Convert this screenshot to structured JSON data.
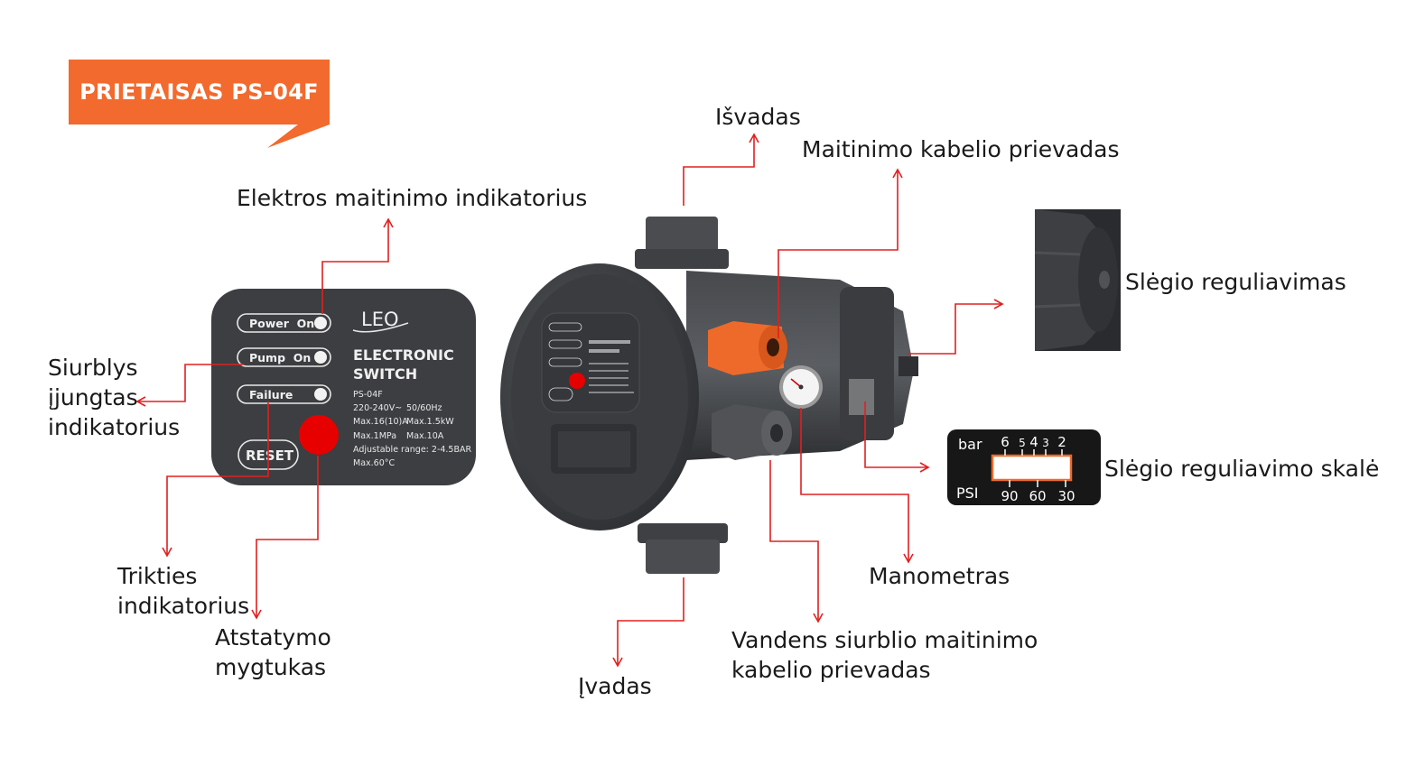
{
  "badge": {
    "text": "PRIETAISAS PS-04F",
    "color": "#f26a2e"
  },
  "colors": {
    "arrow": "#e02020",
    "panel": "#3c3e41",
    "device": "#3a3c3f",
    "accent_orange": "#ee6a2a",
    "reset_red": "#e60000"
  },
  "labels": {
    "power_indicator": "Elektros maitinimo indikatorius",
    "pump_on_indicator": [
      "Siurblys",
      "įjungtas",
      "indikatorius"
    ],
    "failure_indicator": [
      "Trikties",
      "indikatorius"
    ],
    "reset_button": [
      "Atstatymo",
      "mygtukas"
    ],
    "outlet": "Išvadas",
    "power_cable_port": "Maitinimo kabelio prievadas",
    "pressure_adjust": "Slėgio reguliavimas",
    "pressure_scale": "Slėgio reguliavimo skalė",
    "manometer": "Manometras",
    "pump_cable_port": [
      "Vandens siurblio maitinimo",
      "kabelio prievadas"
    ],
    "inlet": "Įvadas"
  },
  "panel": {
    "brand": "LEO",
    "power_on": "Power  On",
    "pump_on": "Pump  On",
    "failure": "Failure",
    "reset": "RESET",
    "title1": "ELECTRONIC",
    "title2": "SWITCH",
    "model": "PS-04F",
    "specs": [
      [
        "220-240V~",
        "50/60Hz"
      ],
      [
        "Max.16(10)A",
        "Max.1.5kW"
      ],
      [
        "Max.1MPa",
        "Max.10A"
      ]
    ],
    "range": "Adjustable range: 2-4.5BAR",
    "temp": "Max.60°C"
  },
  "scale": {
    "unit_top": "bar",
    "unit_bottom": "PSI",
    "bar_ticks": [
      "6",
      "5",
      "4",
      "3",
      "2"
    ],
    "psi_ticks": [
      "90",
      "60",
      "30"
    ]
  }
}
